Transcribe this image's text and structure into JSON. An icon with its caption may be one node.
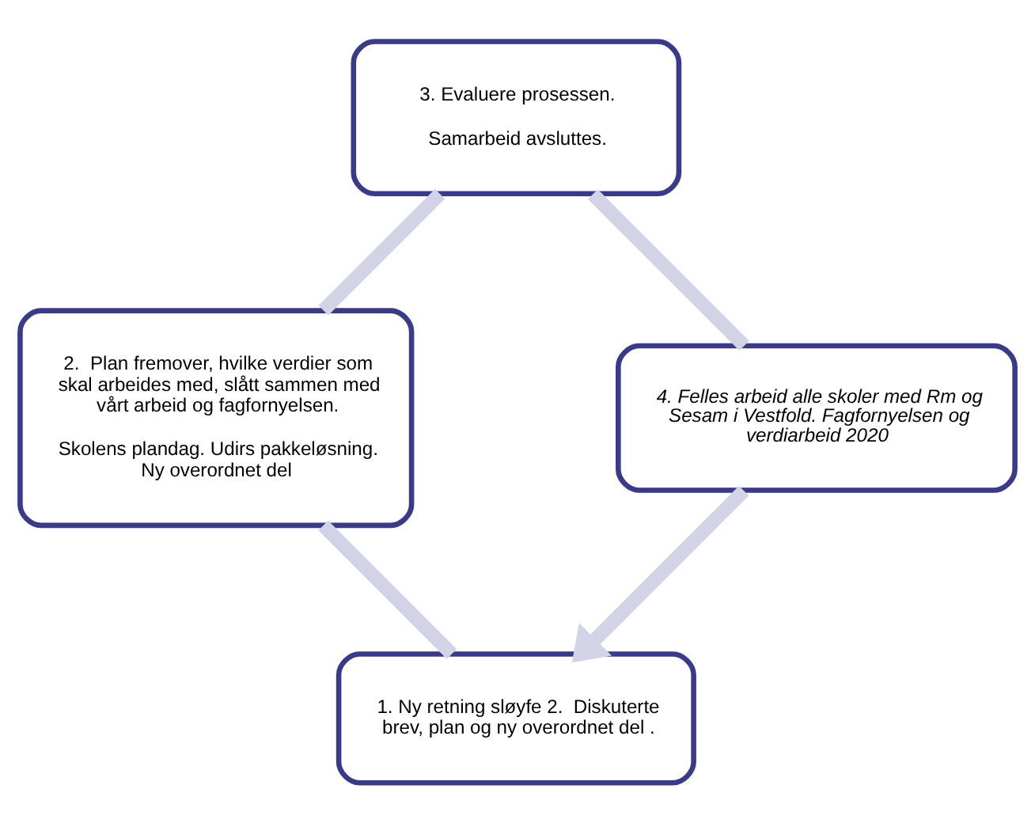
{
  "diagram": {
    "nodes": [
      {
        "text": [
          "1. Ny retning sløyfe 2.  Diskuterte brev, plan og ny overordnet del ."
        ]
      },
      {
        "text": [
          "2.  Plan fremover, hvilke verdier som skal arbeides med, slått sammen med vårt arbeid og fagfornyelsen.",
          "Skolens plandag. Udirs pakkeløsning. Ny overordnet del"
        ]
      },
      {
        "text": [
          "3. Evaluere prosessen.",
          "Samarbeid avsluttes."
        ]
      },
      {
        "text": [
          "4. Felles arbeid alle skoler med Rm og Sesam i Vestfold. Fagfornyelsen og verdiarbeid 2020"
        ]
      }
    ],
    "edges": [
      {
        "from": 0,
        "to": 1,
        "arrow": "none"
      },
      {
        "from": 1,
        "to": 2,
        "arrow": "none"
      },
      {
        "from": 2,
        "to": 3,
        "arrow": "none"
      },
      {
        "from": 3,
        "to": 0,
        "arrow": "to"
      }
    ]
  }
}
